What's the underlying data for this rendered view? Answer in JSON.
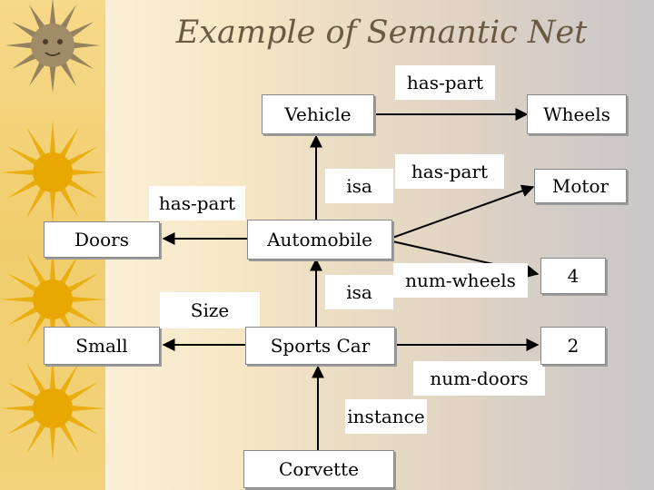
{
  "title": "Example of Semantic Net",
  "nodes": {
    "vehicle": "Vehicle",
    "wheels": "Wheels",
    "motor": "Motor",
    "doors": "Doors",
    "automobile": "Automobile",
    "four": "4",
    "small": "Small",
    "sports_car": "Sports Car",
    "two": "2",
    "corvette": "Corvette"
  },
  "edge_labels": {
    "vehicle_wheels": "has-part",
    "auto_vehicle": "isa",
    "auto_motor": "has-part",
    "auto_doors": "has-part",
    "auto_wheels_count": "num-wheels",
    "sports_auto": "isa",
    "sports_size": "Size",
    "sports_doors_count": "num-doors",
    "corvette_sports": "instance"
  },
  "colors": {
    "arrow": "#000000",
    "stripe": "#f1cd6c",
    "sun": "#e8a800",
    "title": "#6a5a44"
  }
}
